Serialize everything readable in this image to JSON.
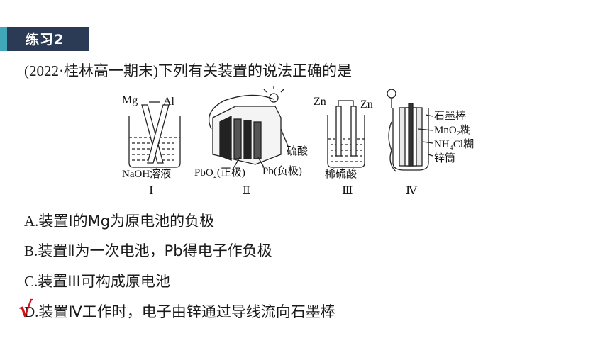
{
  "section": {
    "tag_label": "练习2"
  },
  "question": {
    "source": "(2022·桂林高一期末)",
    "stem": "下列有关装置的说法正确的是"
  },
  "figure": {
    "dev1": {
      "electrode_left": "Mg",
      "electrode_right": "Al",
      "solution": "NaOH溶液",
      "numeral": "Ⅰ"
    },
    "dev2": {
      "label_acid": "硫酸",
      "label_pbo2": "PbO₂(正极)",
      "label_pb": "Pb(负极)",
      "numeral": "Ⅱ"
    },
    "dev3": {
      "electrode_left": "Zn",
      "electrode_right": "Zn",
      "solution": "稀硫酸",
      "numeral": "Ⅲ"
    },
    "dev4": {
      "label1": "石墨棒",
      "label2": "MnO₂糊",
      "label3": "NH₄Cl糊",
      "label4": "锌筒",
      "numeral": "Ⅳ"
    }
  },
  "options": [
    {
      "letter": "A.",
      "text": "装置Ⅰ的Mg为原电池的负极"
    },
    {
      "letter": "B.",
      "text": "装置Ⅱ为一次电池，Pb得电子作负极"
    },
    {
      "letter": "C.",
      "text": "装置III可构成原电池"
    },
    {
      "letter": "D.",
      "text": "装置Ⅳ工作时，电子由锌通过导线流向石墨棒"
    }
  ],
  "answer": {
    "mark": "√",
    "correct_option": "D"
  },
  "colors": {
    "tag_bg": "#2b3a55",
    "tag_accent": "#3fa7b8",
    "check": "#d0131a"
  }
}
